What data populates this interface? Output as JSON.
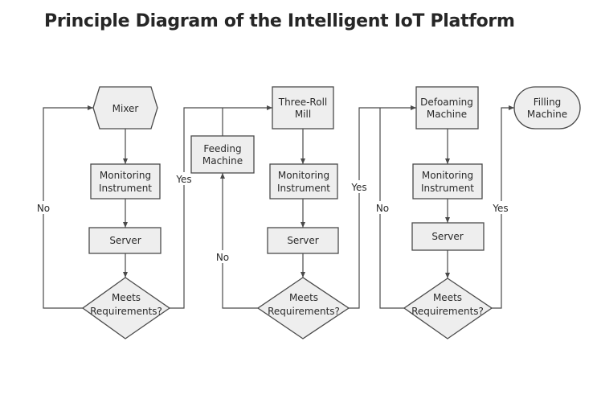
{
  "title": "Principle Diagram of the Intelligent IoT Platform",
  "nodes": {
    "mixer": [
      "Mixer"
    ],
    "monitor1": [
      "Monitoring",
      "Instrument"
    ],
    "server1": [
      "Server"
    ],
    "decision1": [
      "Meets",
      "Requirements?"
    ],
    "feeding": [
      "Feeding",
      "Machine"
    ],
    "threeroll": [
      "Three-Roll",
      "Mill"
    ],
    "monitor2": [
      "Monitoring",
      "Instrument"
    ],
    "server2": [
      "Server"
    ],
    "decision2": [
      "Meets",
      "Requirements?"
    ],
    "defoaming": [
      "Defoaming",
      "Machine"
    ],
    "monitor3": [
      "Monitoring",
      "Instrument"
    ],
    "server3": [
      "Server"
    ],
    "decision3": [
      "Meets",
      "Requirements?"
    ],
    "filling": [
      "Filling",
      "Machine"
    ]
  },
  "edge_labels": {
    "no1": "No",
    "yes1": "Yes",
    "no2": "No",
    "yes2": "Yes",
    "no3": "No",
    "yes3": "Yes"
  },
  "colors": {
    "node_fill": "#eeeeee",
    "stroke": "#4a4a4a",
    "text": "#2a2a2a"
  }
}
